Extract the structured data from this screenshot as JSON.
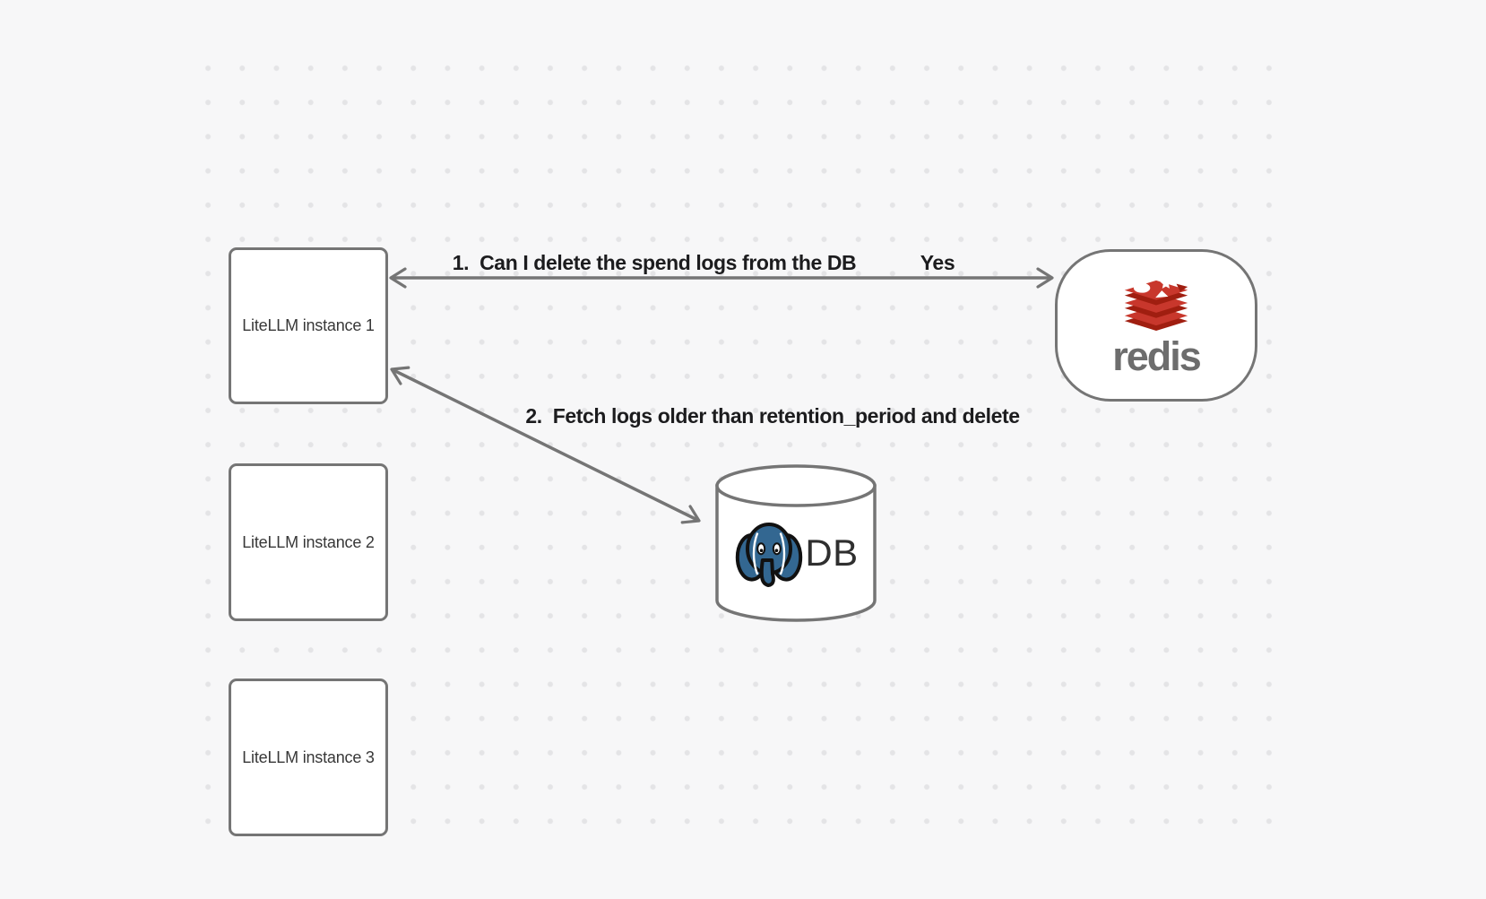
{
  "canvas": {
    "background": "#f7f7f8",
    "dot_color": "#e4e4e6"
  },
  "nodes": {
    "instances": [
      {
        "label": "LiteLLM instance 1"
      },
      {
        "label": "LiteLLM instance 2"
      },
      {
        "label": "LiteLLM instance 3"
      }
    ],
    "redis": {
      "wordmark": "redis"
    },
    "db": {
      "label": "DB"
    }
  },
  "edges": {
    "redis_check": {
      "from": "LiteLLM instance 1",
      "to": "redis",
      "arrows": "both",
      "label": "1.  Can I delete the spend logs from the DB",
      "response": "Yes"
    },
    "db_fetch": {
      "from": "LiteLLM instance 1",
      "to": "DB",
      "arrows": "both",
      "label": "2.  Fetch logs older than retention_period and delete"
    }
  },
  "colors": {
    "stroke_gray": "#757575",
    "caption_text": "#1c1c1e",
    "node_text": "#383838",
    "redis_red": "#c8372c",
    "redis_dark_red": "#a01e10",
    "redis_wordmark_gray": "#6d6d6d",
    "postgres_blue": "#336791",
    "db_text": "#2f2f2f"
  }
}
